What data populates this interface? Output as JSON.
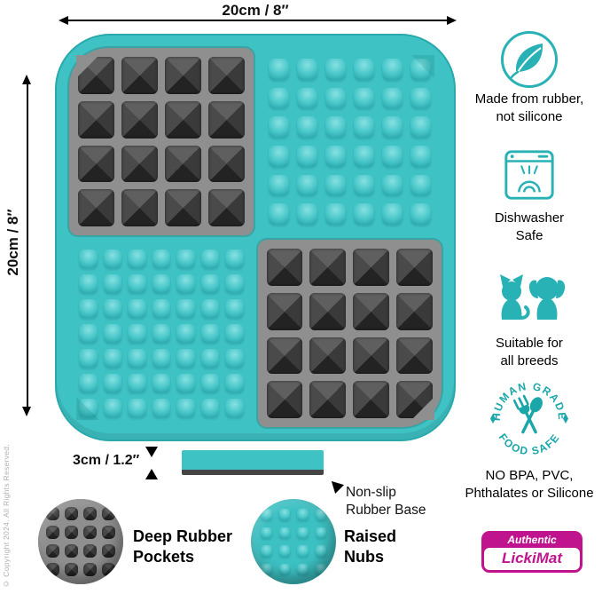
{
  "product": {
    "dim_width": "20cm / 8″",
    "dim_height": "20cm / 8″",
    "dim_thickness": "3cm / 1.2″",
    "base": {
      "line1": "Non-slip",
      "line2": "Rubber Base"
    }
  },
  "features": {
    "rubber": {
      "line1": "Made from rubber,",
      "line2": "not silicone"
    },
    "dishwasher": {
      "line1": "Dishwasher",
      "line2": "Safe"
    },
    "breeds": {
      "line1": "Suitable for",
      "line2": "all breeds"
    },
    "foodsafe": {
      "arc_top": "HUMAN GRADE",
      "arc_bottom": "FOOD SAFE",
      "line1": "NO BPA, PVC,",
      "line2": "Phthalates or Silicone"
    }
  },
  "callouts": {
    "pockets": {
      "line1": "Deep Rubber",
      "line2": "Pockets"
    },
    "nubs": {
      "line1": "Raised",
      "line2": "Nubs"
    }
  },
  "brand": {
    "label": "Authentic",
    "name": "LickiMat"
  },
  "copyright": "© Copyright 2024. All Rights Reserved.",
  "colors": {
    "teal": "#3FC2C4",
    "dark_teal": "#1F9FA3",
    "gray": "#8F8F8F",
    "pocket_dark": "#232323",
    "magenta": "#C0138E",
    "icon_teal": "#29B2B5"
  }
}
